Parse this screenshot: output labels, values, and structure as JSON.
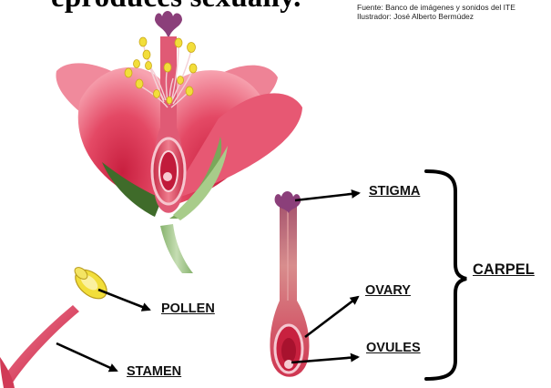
{
  "header": {
    "title_visible": "eproduces sexually.",
    "credit_line_1": "Fuente: Banco de imágenes y sonidos del ITE",
    "credit_line_2": "Ilustrador: José Alberto Bermúdez"
  },
  "labels": {
    "stigma": "STIGMA",
    "ovary": "OVARY",
    "ovules": "OVULES",
    "carpel": "CARPEL",
    "pollen": "POLLEN",
    "stamen": "STAMEN"
  },
  "colors": {
    "petal_dark": "#d8304f",
    "petal_light": "#f48a9b",
    "sepal_green": "#7aa85a",
    "stem_green": "#9cbf86",
    "anther_yellow": "#f2de3a",
    "stigma_purple": "#8b3f7a",
    "ink": "#000000"
  }
}
